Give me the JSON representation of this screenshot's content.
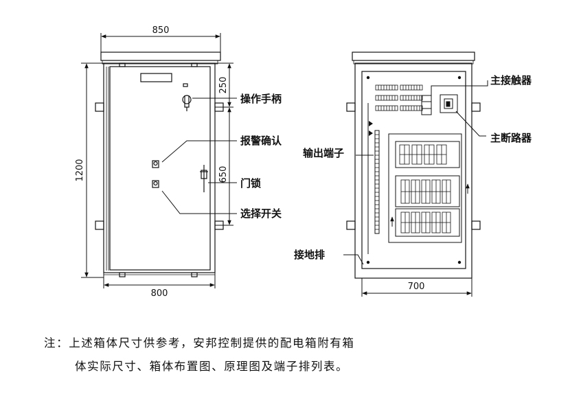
{
  "dimensions": {
    "left_top_width": "850",
    "left_bottom_width": "800",
    "left_height": "1200",
    "left_top_segment": "250",
    "left_mid_segment": "650",
    "right_bottom_width": "700"
  },
  "labels": {
    "operating_handle": "操作手柄",
    "alarm_confirm": "报警确认",
    "door_lock": "门锁",
    "selector_switch": "选择开关",
    "main_contactor": "主接触器",
    "main_breaker": "主断路器",
    "output_terminal": "输出端子",
    "ground_bar": "接地排"
  },
  "note": {
    "line1": "注：上述箱体尺寸供参考，安邦控制提供的配电箱附有箱",
    "line2": "体实际尺寸、箱体布置图、原理图及端子排列表。"
  }
}
